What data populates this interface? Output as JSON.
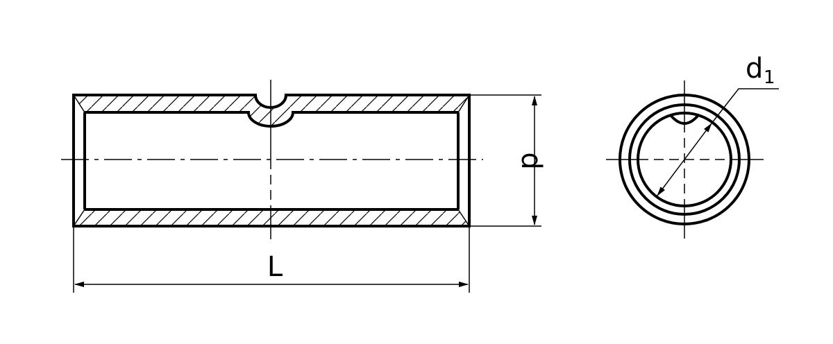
{
  "labels": {
    "length": "L",
    "outer_diameter": "d",
    "inner_diameter": "d",
    "inner_diameter_subscript": "1"
  }
}
